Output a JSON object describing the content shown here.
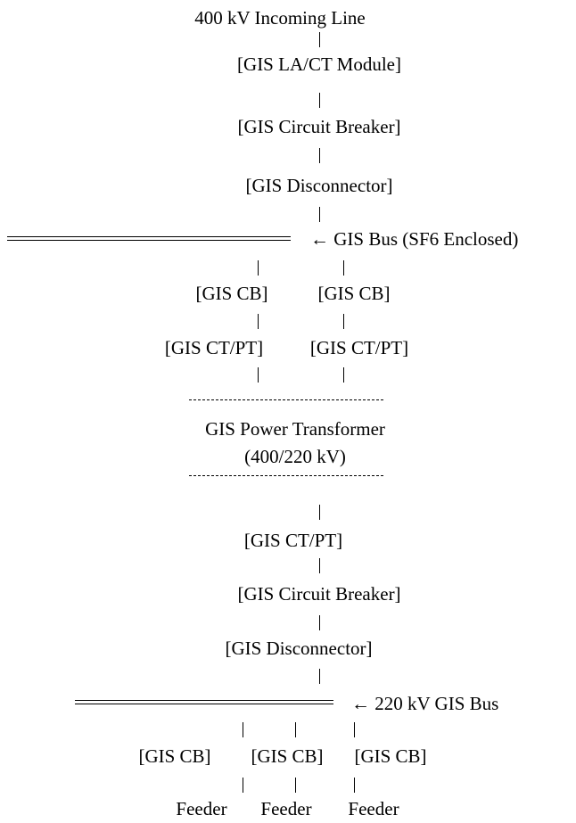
{
  "diagram": {
    "incoming": "400 kV Incoming Line",
    "hv_chain": [
      "[GIS LA/CT Module]",
      "[GIS Circuit Breaker]",
      "[GIS Disconnector]"
    ],
    "hv_bus_label": "← GIS Bus (SF6 Enclosed)",
    "transformer_bays": [
      {
        "cb": "[GIS CB]",
        "ctpt": "[GIS CT/PT]"
      },
      {
        "cb": "[GIS CB]",
        "ctpt": "[GIS CT/PT]"
      }
    ],
    "transformer": {
      "name": "GIS Power Transformer",
      "rating": "(400/220 kV)"
    },
    "lv_chain": [
      "[GIS CT/PT]",
      "[GIS Circuit Breaker]",
      "[GIS Disconnector]"
    ],
    "lv_bus_label": "← 220 kV GIS Bus",
    "feeder_bays": [
      {
        "cb": "[GIS CB]",
        "feeder": "Feeder"
      },
      {
        "cb": "[GIS CB]",
        "feeder": "Feeder"
      },
      {
        "cb": "[GIS CB]",
        "feeder": "Feeder"
      }
    ]
  }
}
